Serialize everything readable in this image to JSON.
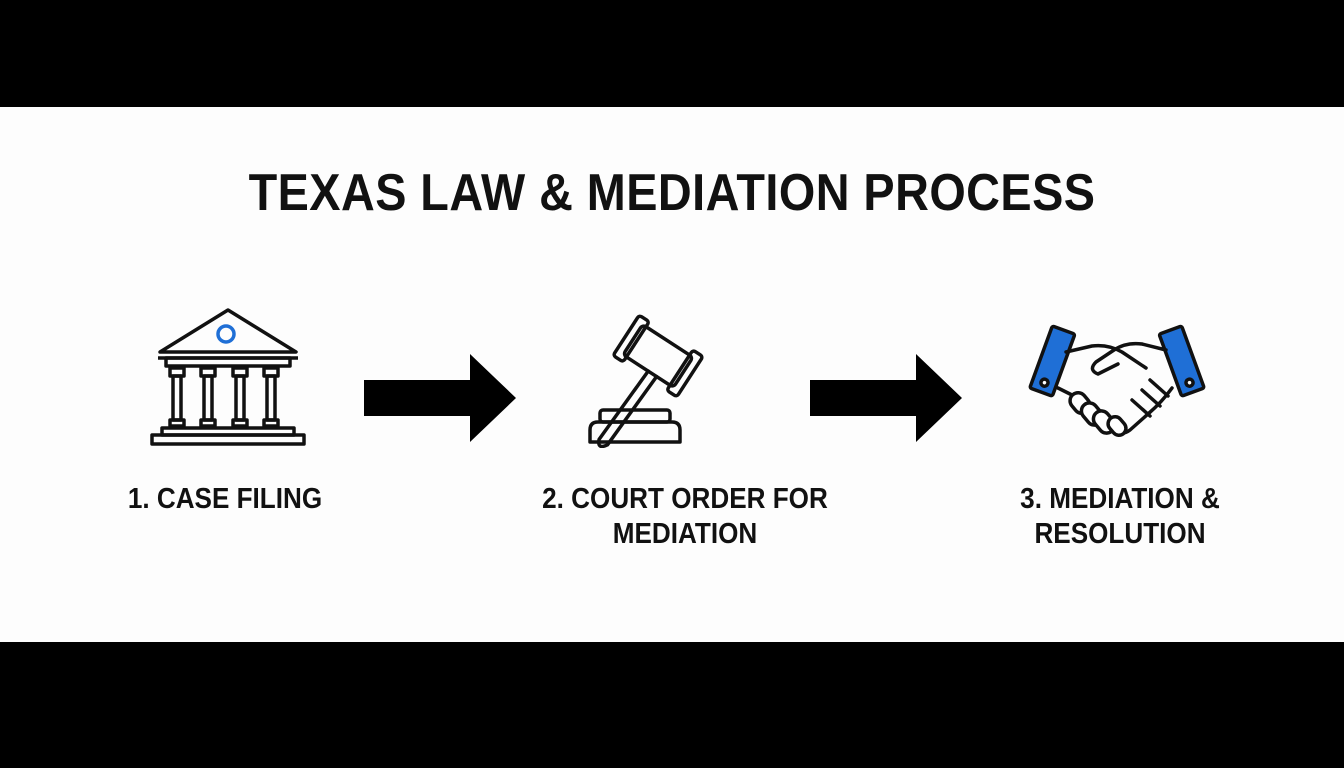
{
  "title": "TEXAS LAW & MEDIATION PROCESS",
  "colors": {
    "accent": "#1f6fd6",
    "ink": "#111111",
    "background": "#fdfdfd",
    "letterbox": "#000000"
  },
  "steps": [
    {
      "label": "1. CASE FILING",
      "icon": "courthouse-icon"
    },
    {
      "label_line1": "2. COURT ORDER FOR",
      "label_line2": "MEDIATION",
      "icon": "gavel-icon"
    },
    {
      "label_line1": "3. MEDIATION &",
      "label_line2": "RESOLUTION",
      "icon": "handshake-icon"
    }
  ],
  "connectors": [
    "arrow-right-icon",
    "arrow-right-icon"
  ]
}
